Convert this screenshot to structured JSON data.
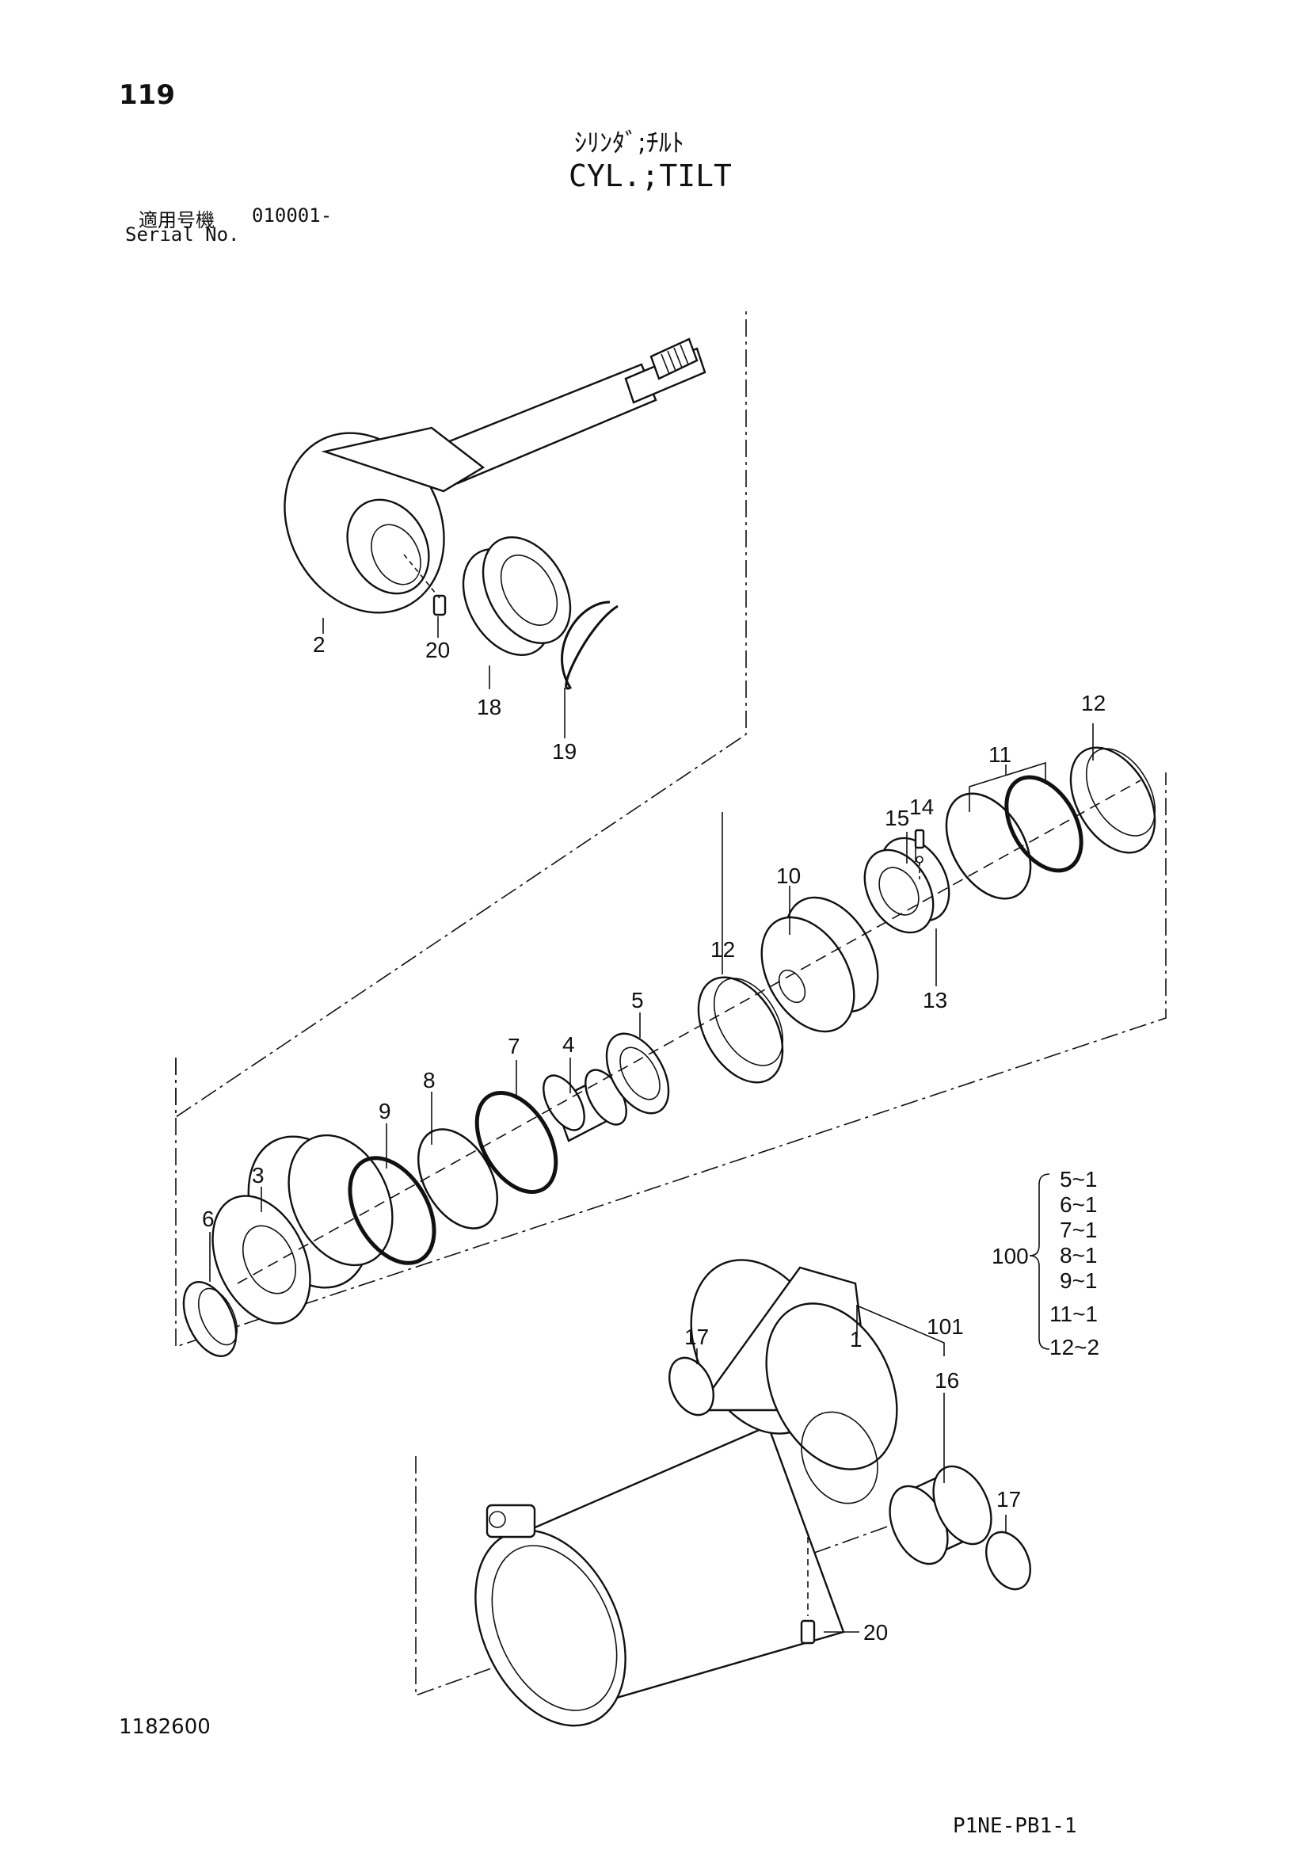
{
  "header": {
    "page_number": "119",
    "title_jp": "ｼﾘﾝﾀﾞ;ﾁﾙﾄ",
    "title_en": "CYL.;TILT",
    "serial_label_jp": "適用号機",
    "serial_value": "010001-",
    "serial_label_en": "Serial No."
  },
  "callouts": {
    "c1": "1",
    "c2": "2",
    "c3": "3",
    "c4": "4",
    "c5": "5",
    "c6": "6",
    "c7": "7",
    "c8": "8",
    "c9": "9",
    "c10": "10",
    "c11": "11",
    "c12a": "12",
    "c12b": "12",
    "c13": "13",
    "c14": "14",
    "c15": "15",
    "c16": "16",
    "c17a": "17",
    "c17b": "17",
    "c18": "18",
    "c19": "19",
    "c20a": "20",
    "c20b": "20",
    "c101": "101"
  },
  "kit": {
    "label": "100",
    "items": [
      "5~1",
      "6~1",
      "7~1",
      "8~1",
      "9~1",
      "11~1",
      "12~2"
    ]
  },
  "footer": {
    "figure_number": "1182600",
    "page_code": "P1NE-PB1-1"
  }
}
